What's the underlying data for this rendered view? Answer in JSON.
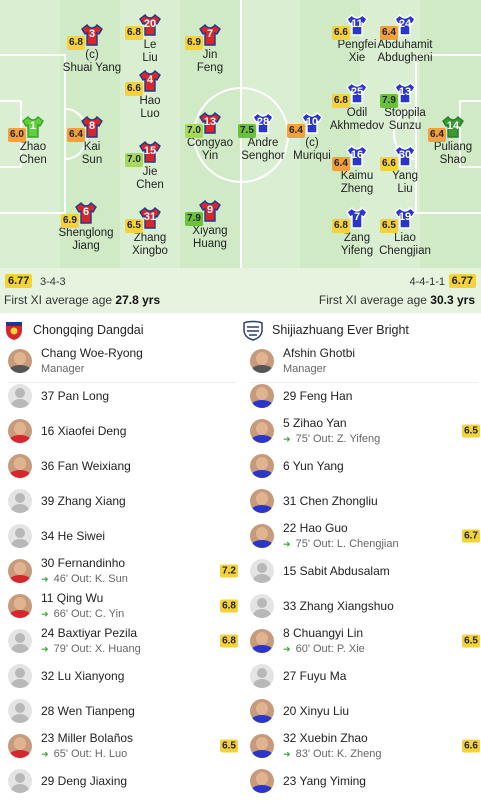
{
  "home": {
    "name": "Chongqing Dangdai",
    "formation": "3-4-3",
    "avg_rating": "6.77",
    "avg_age_label": "First XI average age",
    "avg_age": "27.8 yrs",
    "color": "#d6262e"
  },
  "away": {
    "name": "Shijiazhuang Ever Bright",
    "formation": "4-4-1-1",
    "avg_rating": "6.77",
    "avg_age_label": "First XI average age",
    "avg_age": "30.3 yrs",
    "color": "#2a35c9"
  },
  "pitch_players": [
    {
      "num": "1",
      "name": "Zhao Chen",
      "rating": "6.0",
      "team": "home-gk"
    },
    {
      "num": "3",
      "name": "(c) Shuai Yang",
      "rating": "6.8",
      "team": "home"
    },
    {
      "num": "8",
      "name": "Kai Sun",
      "rating": "6.4",
      "team": "home"
    },
    {
      "num": "6",
      "name": "Shenglong Jiang",
      "rating": "6.9",
      "team": "home"
    },
    {
      "num": "20",
      "name": "Le Liu",
      "rating": "6.8",
      "team": "home"
    },
    {
      "num": "4",
      "name": "Hao Luo",
      "rating": "6.6",
      "team": "home"
    },
    {
      "num": "15",
      "name": "Jie Chen",
      "rating": "7.0",
      "team": "home"
    },
    {
      "num": "31",
      "name": "Zhang Xingbo",
      "rating": "6.5",
      "team": "home"
    },
    {
      "num": "7",
      "name": "Jin Feng",
      "rating": "6.9",
      "team": "home"
    },
    {
      "num": "13",
      "name": "Congyao Yin",
      "rating": "7.0",
      "team": "home"
    },
    {
      "num": "9",
      "name": "Xiyang Huang",
      "rating": "7.9",
      "team": "home"
    },
    {
      "num": "28",
      "name": "Andre Senghor",
      "rating": "7.5",
      "team": "away"
    },
    {
      "num": "10",
      "name": "(c) Muriqui",
      "rating": "6.4",
      "team": "away"
    },
    {
      "num": "11",
      "name": "Pengfei Xie",
      "rating": "6.6",
      "team": "away"
    },
    {
      "num": "25",
      "name": "Odil Akhmedov",
      "rating": "6.8",
      "team": "away"
    },
    {
      "num": "16",
      "name": "Kaimu Zheng",
      "rating": "6.4",
      "team": "away"
    },
    {
      "num": "7",
      "name": "Zang Yifeng",
      "rating": "6.8",
      "team": "away"
    },
    {
      "num": "24",
      "name": "Abduhamit Abdugheni",
      "rating": "6.4",
      "team": "away"
    },
    {
      "num": "13",
      "name": "Stoppila Sunzu",
      "rating": "7.9",
      "team": "away"
    },
    {
      "num": "30",
      "name": "Yang Liu",
      "rating": "6.6",
      "team": "away"
    },
    {
      "num": "19",
      "name": "Liao Chengjian",
      "rating": "6.5",
      "team": "away"
    },
    {
      "num": "14",
      "name": "Puliang Shao",
      "rating": "6.4",
      "team": "away-gk"
    }
  ],
  "home_list": [
    {
      "name": "Chang Woe-Ryong",
      "sub": "Manager",
      "avatar": "photo"
    },
    {
      "name": "37 Pan Long",
      "avatar": "gray"
    },
    {
      "name": "16 Xiaofei Deng",
      "avatar": "photo"
    },
    {
      "name": "36 Fan Weixiang",
      "avatar": "photo"
    },
    {
      "name": "39 Zhang Xiang",
      "avatar": "gray"
    },
    {
      "name": "34 He Siwei",
      "avatar": "gray"
    },
    {
      "name": "30 Fernandinho",
      "sub": "46' Out: K. Sun",
      "rating": "7.2",
      "avatar": "photo"
    },
    {
      "name": "11 Qing Wu",
      "sub": "66' Out: C. Yin",
      "rating": "6.8",
      "avatar": "photo"
    },
    {
      "name": "24 Baxtiyar Pezila",
      "sub": "79' Out: X. Huang",
      "rating": "6.8",
      "avatar": "gray"
    },
    {
      "name": "32 Lu Xianyong",
      "avatar": "gray"
    },
    {
      "name": "28 Wen Tianpeng",
      "avatar": "gray"
    },
    {
      "name": "23 Miller Bolaños",
      "sub": "65' Out: H. Luo",
      "rating": "6.5",
      "avatar": "photo"
    },
    {
      "name": "29 Deng Jiaxing",
      "avatar": "gray"
    }
  ],
  "away_list": [
    {
      "name": "Afshin Ghotbi",
      "sub": "Manager",
      "avatar": "photo"
    },
    {
      "name": "29 Feng Han",
      "avatar": "photo"
    },
    {
      "name": "5 Zihao Yan",
      "sub": "75' Out: Z. Yifeng",
      "rating": "6.5",
      "avatar": "photo"
    },
    {
      "name": "6 Yun Yang",
      "avatar": "photo"
    },
    {
      "name": "31 Chen Zhongliu",
      "avatar": "photo"
    },
    {
      "name": "22 Hao Guo",
      "sub": "75' Out: L. Chengjian",
      "rating": "6.7",
      "avatar": "photo"
    },
    {
      "name": "15 Sabit Abdusalam",
      "avatar": "gray"
    },
    {
      "name": "33 Zhang Xiangshuo",
      "avatar": "gray"
    },
    {
      "name": "8 Chuangyi Lin",
      "sub": "60' Out: P. Xie",
      "rating": "6.5",
      "avatar": "photo"
    },
    {
      "name": "27 Fuyu Ma",
      "avatar": "gray"
    },
    {
      "name": "20 Xinyu Liu",
      "avatar": "photo"
    },
    {
      "name": "32 Xuebin Zhao",
      "sub": "83' Out: K. Zheng",
      "rating": "6.6",
      "avatar": "photo"
    },
    {
      "name": "23 Yang Yiming",
      "avatar": "photo"
    }
  ]
}
